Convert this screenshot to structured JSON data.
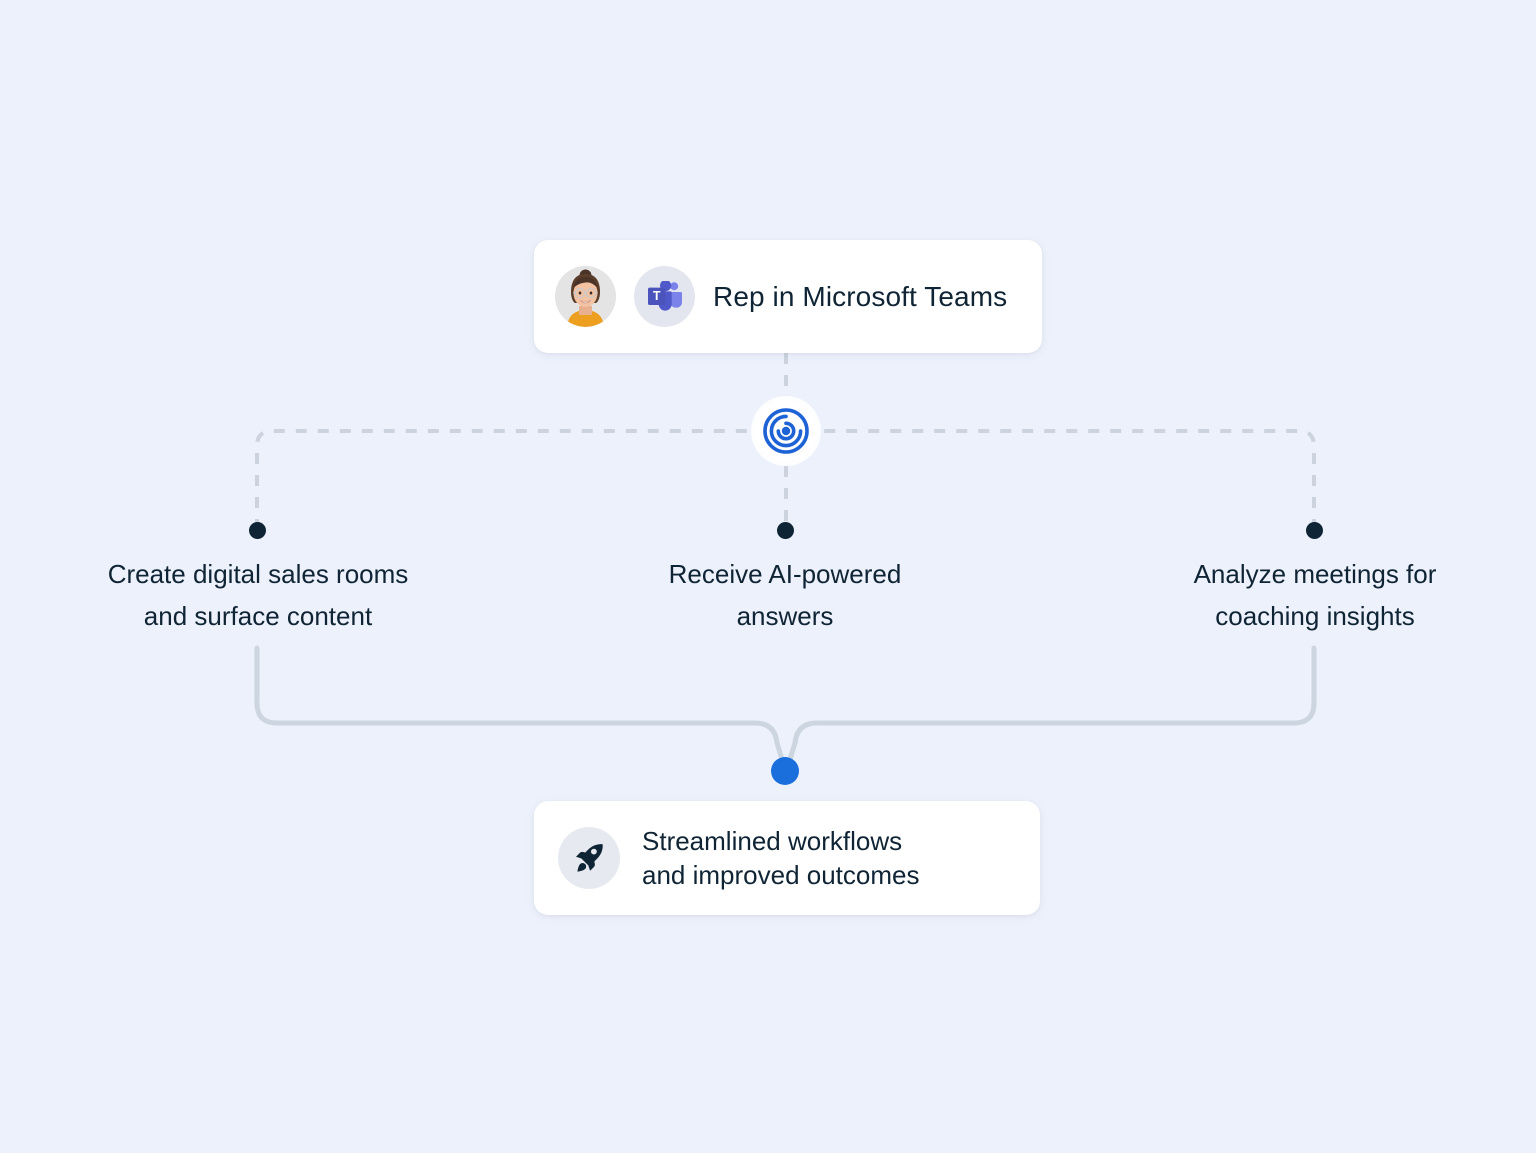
{
  "theme": {
    "background": "#edf1fb",
    "card_bg": "#ffffff",
    "text_dark": "#0f2434",
    "accent_blue": "#1a6fdc",
    "brand_blue": "#1d63d6",
    "connector_dashed": "#ccd3de",
    "connector_solid": "#ccd5e0",
    "icon_circle_bg": "#e6e9ef",
    "teams_purple": "#5059c9",
    "teams_purple_light": "#7b83eb"
  },
  "diagram": {
    "type": "flow",
    "source_node": {
      "label": "Rep in Microsoft Teams",
      "avatar_alt": "rep-avatar",
      "app_icon": "microsoft-teams-icon"
    },
    "hub": {
      "icon": "brand-spiral-logo",
      "color": "#1d63d6"
    },
    "branches": [
      {
        "id": "left",
        "label": "Create digital sales rooms\nand surface content"
      },
      {
        "id": "center",
        "label": "Receive AI-powered\nanswers"
      },
      {
        "id": "right",
        "label": "Analyze meetings for\ncoaching insights"
      }
    ],
    "outcome_node": {
      "icon": "rocket-icon",
      "label": "Streamlined workflows\nand improved outcomes"
    }
  }
}
